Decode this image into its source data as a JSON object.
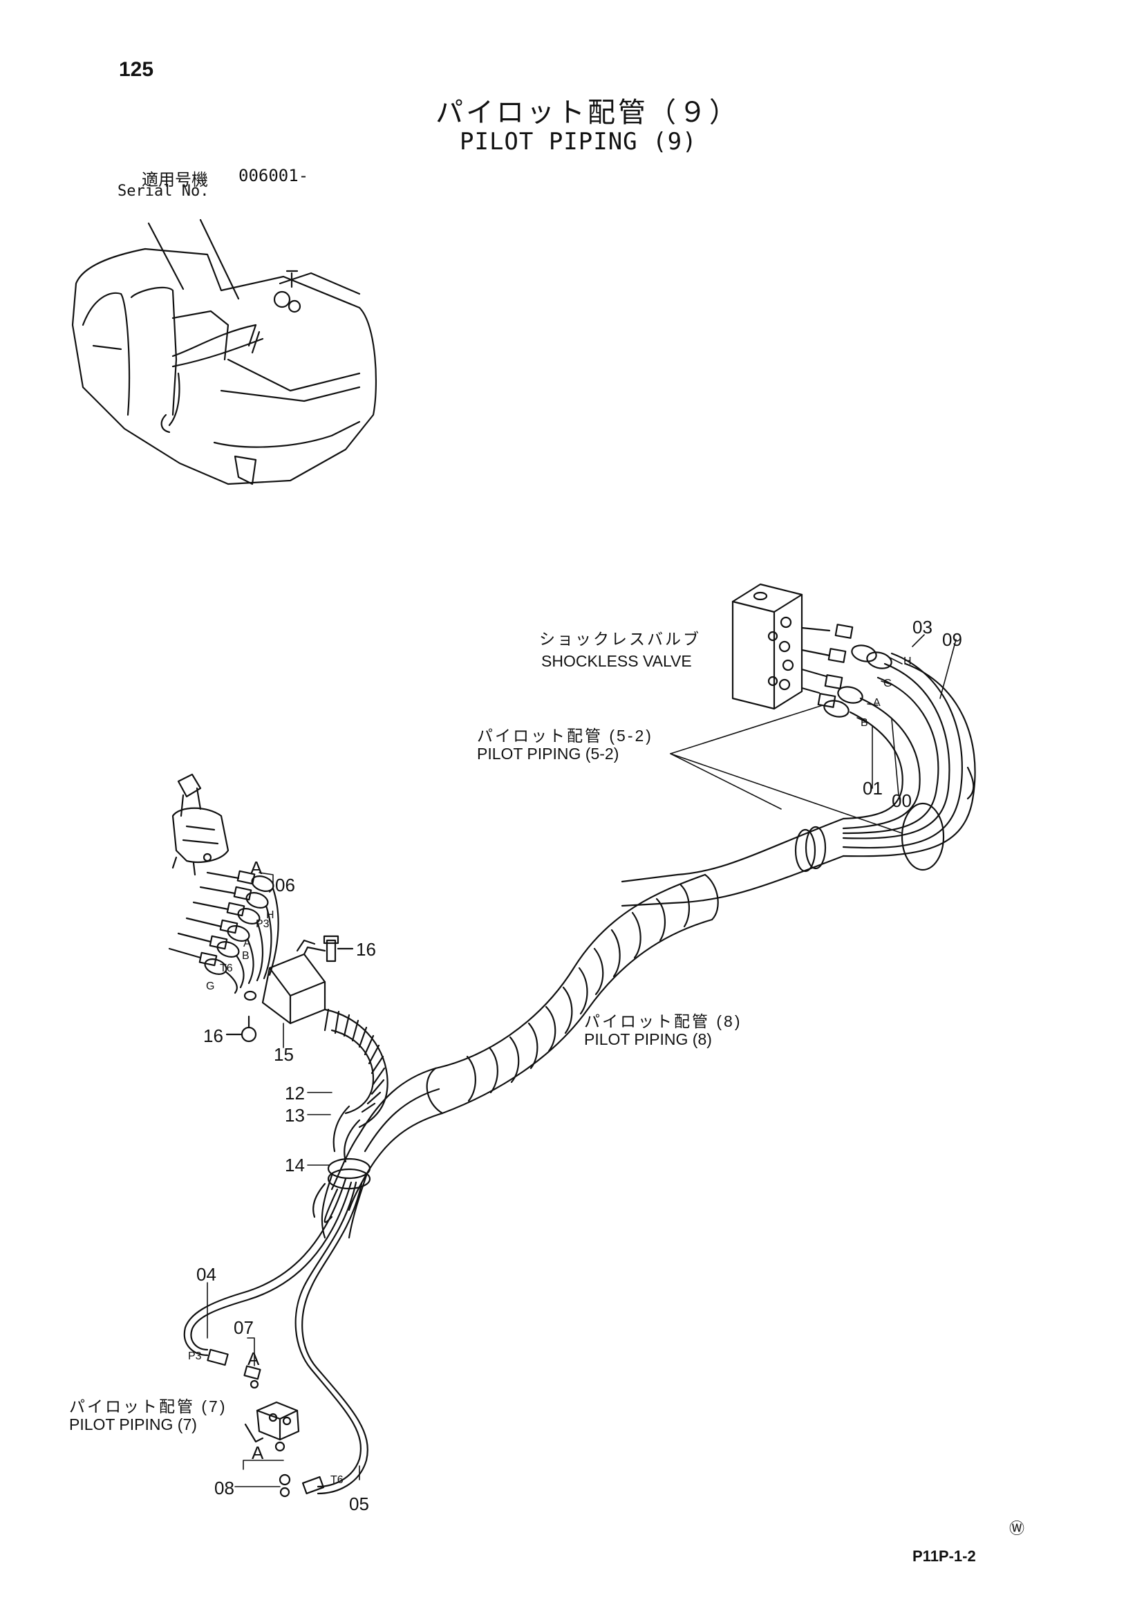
{
  "page_number": "125",
  "title_jp": "パイロット配管（９）",
  "title_en": "PILOT PIPING (9)",
  "serial": {
    "label_jp": "適用号機",
    "value": "006001-",
    "label_en": "Serial No."
  },
  "labels": {
    "shockless_valve_jp": "ショックレスバルブ",
    "shockless_valve_en": "SHOCKLESS VALVE",
    "pilot_5_2_jp": "パイロット配管 (5-2)",
    "pilot_5_2_en": "PILOT PIPING (5-2)",
    "pilot_8_jp": "パイロット配管 (8)",
    "pilot_8_en": "PILOT PIPING (8)",
    "pilot_7_jp": "パイロット配管 (7)",
    "pilot_7_en": "PILOT PIPING (7)"
  },
  "part_numbers": {
    "p00": "00",
    "p01": "01",
    "p03": "03",
    "p04": "04",
    "p05": "05",
    "p06": "06",
    "p07": "07",
    "p08": "08",
    "p09": "09",
    "p12": "12",
    "p13": "13",
    "p14": "14",
    "p15": "15",
    "p16a": "16",
    "p16b": "16"
  },
  "port_letters": {
    "h_right": "H",
    "g_right": "G",
    "a_right": "A",
    "b_right": "B",
    "a_top": "A",
    "p3_left": "P3",
    "h_left": "H",
    "a_left": "A",
    "b_left": "B",
    "t6_left": "T6",
    "g_left": "G",
    "p3_bottom": "P3",
    "a_07": "A",
    "a_08": "A",
    "t6_bottom": "T6"
  },
  "footer": {
    "mark": "Ⓦ",
    "code": "P11P-1-2"
  }
}
